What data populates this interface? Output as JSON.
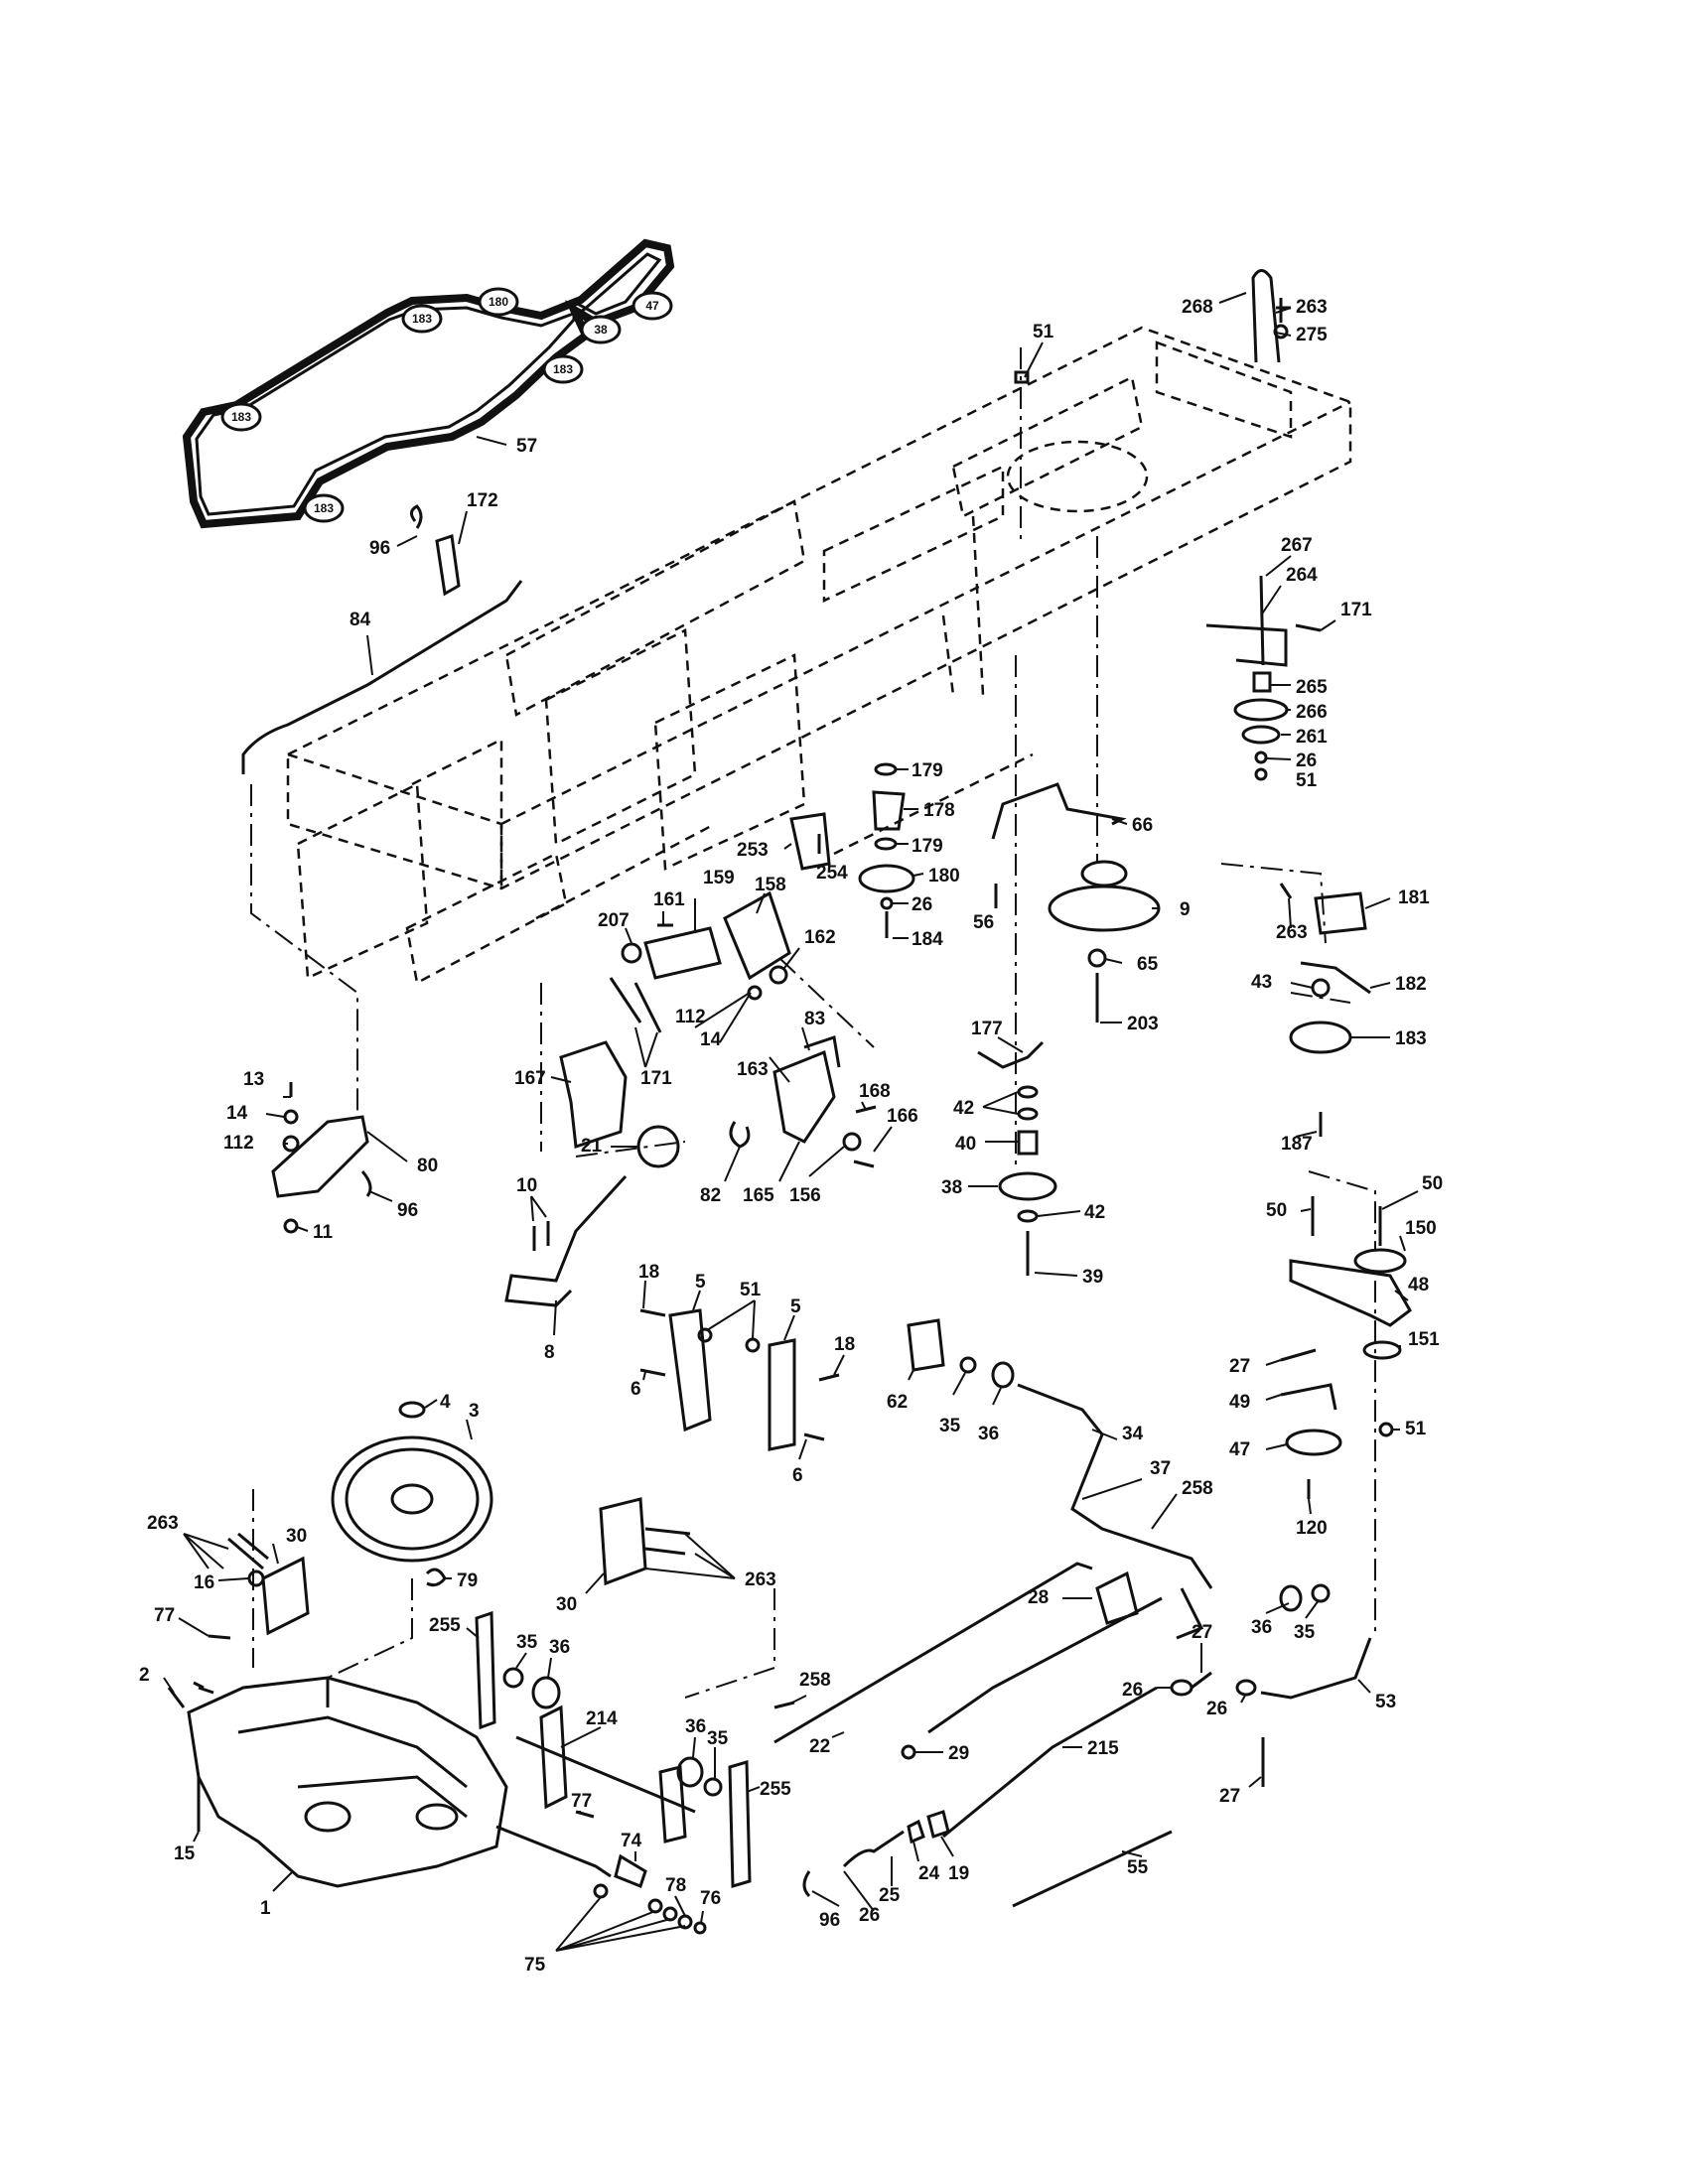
{
  "diagram": {
    "belt_bubbles": [
      "180",
      "183",
      "47",
      "38",
      "183",
      "183",
      "183"
    ],
    "labels": {
      "l57": "57",
      "l51a": "51",
      "l268": "268",
      "l263a": "263",
      "l275": "275",
      "l172": "172",
      "l96a": "96",
      "l84": "84",
      "l267": "267",
      "l264": "264",
      "l171a": "171",
      "l265": "265",
      "l266": "266",
      "l261": "261",
      "l26a": "26",
      "l51b": "51",
      "l179a": "179",
      "l178": "178",
      "l179b": "179",
      "l180": "180",
      "l26b": "26",
      "l184": "184",
      "l66": "66",
      "l253": "253",
      "l254": "254",
      "l56": "56",
      "l9": "9",
      "l65": "65",
      "l203": "203",
      "l181": "181",
      "l263b": "263",
      "l43": "43",
      "l182": "182",
      "l183": "183",
      "l187": "187",
      "l207": "207",
      "l161": "161",
      "l159": "159",
      "l158": "158",
      "l162": "162",
      "l112a": "112",
      "l14a": "14",
      "l83": "83",
      "l163": "163",
      "l167": "167",
      "l171b": "171",
      "l13": "13",
      "l14b": "14",
      "l112b": "112",
      "l80": "80",
      "l96b": "96",
      "l11": "11",
      "l21": "21",
      "l168": "168",
      "l166": "166",
      "l82": "82",
      "l165": "165",
      "l156": "156",
      "l177": "177",
      "l42a": "42",
      "l40": "40",
      "l38": "38",
      "l42b": "42",
      "l39": "39",
      "l10": "10",
      "l8": "8",
      "l18a": "18",
      "l5a": "5",
      "l51c": "51",
      "l5b": "5",
      "l18b": "18",
      "l6a": "6",
      "l6b": "6",
      "l50a": "50",
      "l50b": "50",
      "l150": "150",
      "l48": "48",
      "l27a": "27",
      "l151": "151",
      "l49": "49",
      "l51d": "51",
      "l47": "47",
      "l120": "120",
      "l62": "62",
      "l35a": "35",
      "l36a": "36",
      "l34": "34",
      "l37": "37",
      "l258a": "258",
      "l4": "4",
      "l3": "3",
      "l263c": "263",
      "l30a": "30",
      "l16": "16",
      "l79": "79",
      "l30b": "30",
      "l263d": "263",
      "l77a": "77",
      "l2": "2",
      "l255a": "255",
      "l35b": "35",
      "l36b": "36",
      "l214": "214",
      "l36c": "36",
      "l35c": "35",
      "l255b": "255",
      "l28": "28",
      "l36d": "36",
      "l35d": "35",
      "l27b": "27",
      "l26c": "26",
      "l26d": "26",
      "l53": "53",
      "l258b": "258",
      "l22": "22",
      "l29": "29",
      "l215": "215",
      "l27c": "27",
      "l15": "15",
      "l1": "1",
      "l77b": "77",
      "l74": "74",
      "l78": "78",
      "l76": "76",
      "l75": "75",
      "l96c": "96",
      "l26e": "26",
      "l25": "25",
      "l24": "24",
      "l19": "19",
      "l55": "55"
    }
  }
}
